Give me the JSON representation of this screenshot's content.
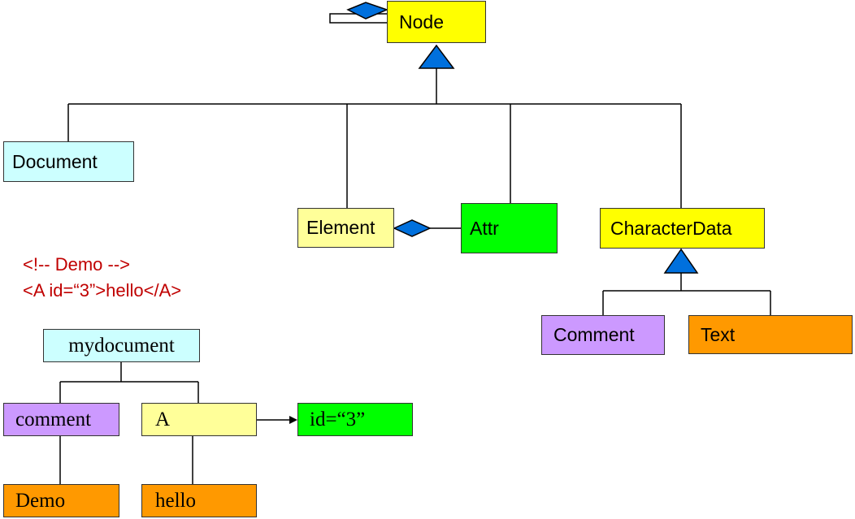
{
  "colors": {
    "yellow": "#ffff00",
    "light_yellow": "#ffff99",
    "light_cyan": "#ccffff",
    "green": "#00ff00",
    "purple": "#cc99ff",
    "orange": "#ff9900",
    "code_red": "#c00000",
    "line": "#000000",
    "arrow_blue": "#0070dd"
  },
  "class_diagram": {
    "node": "Node",
    "document": "Document",
    "element": "Element",
    "attr": "Attr",
    "character_data": "CharacterData",
    "comment": "Comment",
    "text": "Text"
  },
  "code_sample": {
    "line1": "<!-- Demo -->",
    "line2": "<A id=“3”>hello</A>"
  },
  "instance_tree": {
    "mydocument": "mydocument",
    "comment": "comment",
    "a": "A",
    "id_attr": "id=“3”",
    "demo": "Demo",
    "hello": "hello"
  }
}
